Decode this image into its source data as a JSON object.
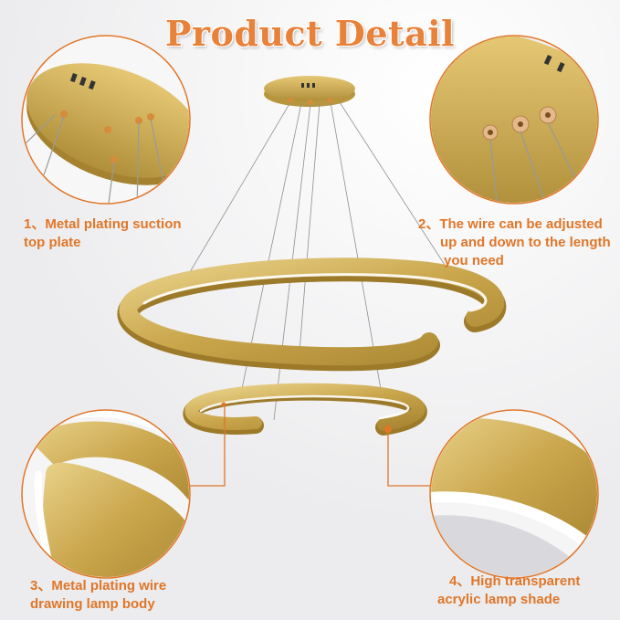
{
  "title": "Product Detail",
  "colors": {
    "accent": "#e8823a",
    "gold": "#c8a44a",
    "gold_light": "#e6cc80",
    "gold_dark": "#9c7a2a",
    "background": "#f4f4f5",
    "callout_line": "#e07628"
  },
  "callouts": [
    {
      "number": "1、",
      "line1": "Metal plating suction",
      "line2": "top plate"
    },
    {
      "number": "2、",
      "line1": "The wire can be adjusted",
      "line2": "up and down to the length",
      "line3": "you need"
    },
    {
      "number": "3、",
      "line1": "Metal plating wire",
      "line2": "drawing lamp body"
    },
    {
      "number": "4、",
      "line1": "High transparent",
      "line2": "acrylic lamp shade"
    }
  ]
}
